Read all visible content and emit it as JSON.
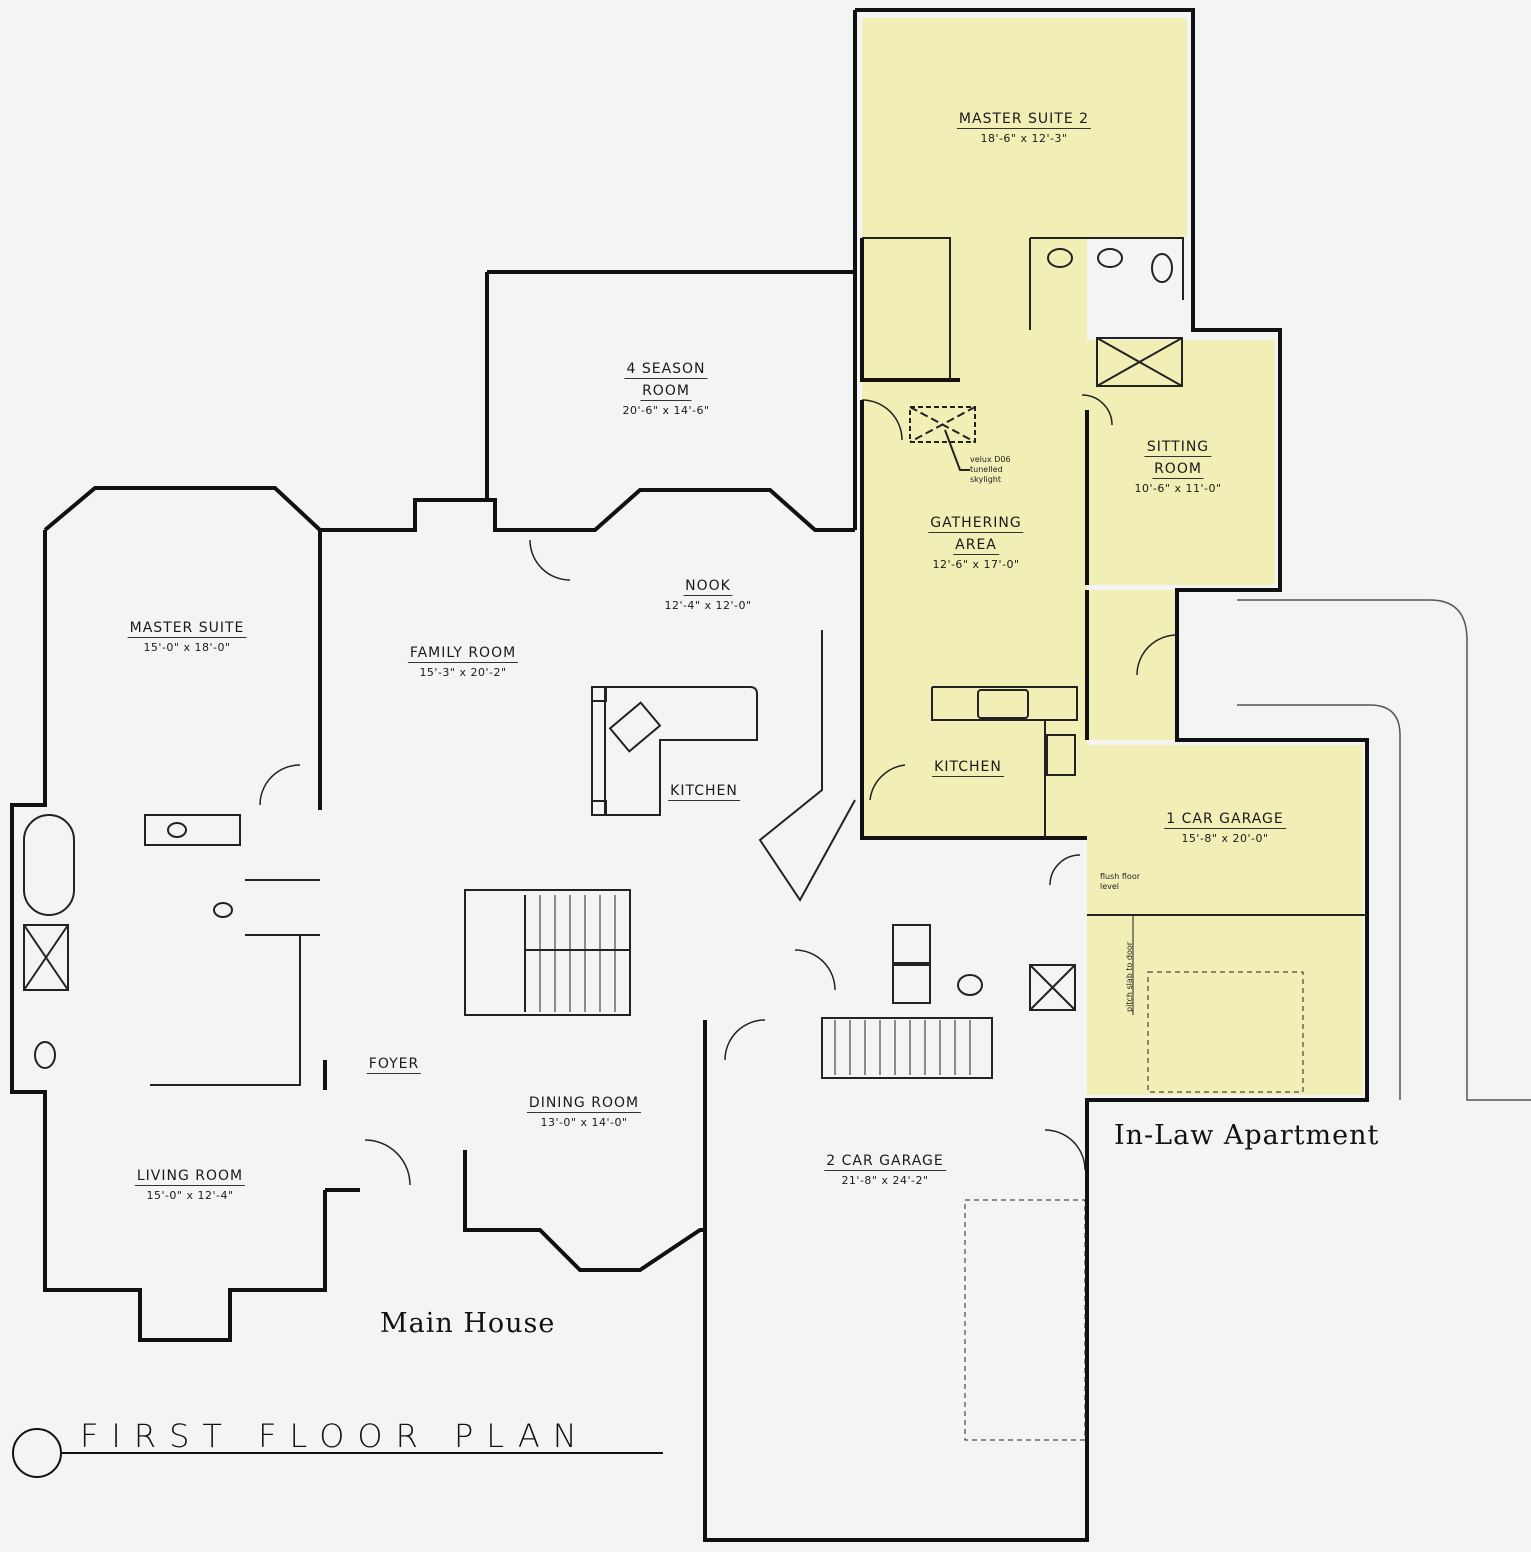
{
  "title": "FIRST FLOOR PLAN",
  "sections": {
    "main_house": "Main House",
    "inlaw_apartment": "In-Law Apartment"
  },
  "colors": {
    "inlaw_fill": "#f2efb6",
    "background": "#f4f4f4",
    "wall": "#111111"
  },
  "rooms": {
    "master_suite_2": {
      "name": "MASTER SUITE 2",
      "dim": "18'-6\" x 12'-3\""
    },
    "four_season": {
      "name1": "4 SEASON",
      "name2": "ROOM",
      "dim": "20'-6\" x 14'-6\""
    },
    "sitting_room": {
      "name1": "SITTING",
      "name2": "ROOM",
      "dim": "10'-6\" x 11'-0\""
    },
    "gathering_area": {
      "name1": "GATHERING",
      "name2": "AREA",
      "dim": "12'-6\" x 17'-0\""
    },
    "nook": {
      "name": "NOOK",
      "dim": "12'-4\" x 12'-0\""
    },
    "master_suite": {
      "name": "MASTER SUITE",
      "dim": "15'-0\" x 18'-0\""
    },
    "family_room": {
      "name": "FAMILY ROOM",
      "dim": "15'-3\" x 20'-2\""
    },
    "kitchen_main": {
      "name": "KITCHEN"
    },
    "kitchen_inlaw": {
      "name": "KITCHEN"
    },
    "one_car_garage": {
      "name": "1 CAR GARAGE",
      "dim": "15'-8\" x 20'-0\""
    },
    "foyer": {
      "name": "FOYER"
    },
    "dining_room": {
      "name": "DINING ROOM",
      "dim": "13'-0\" x 14'-0\""
    },
    "two_car_garage": {
      "name": "2 CAR GARAGE",
      "dim": "21'-8\" x 24'-2\""
    },
    "living_room": {
      "name": "LIVING ROOM",
      "dim": "15'-0\" x 12'-4\""
    }
  },
  "notes": {
    "skylight_1": "velux D06",
    "skylight_2": "tunelled",
    "skylight_3": "skylight",
    "flush_1": "flush floor",
    "flush_2": "level",
    "pitch": "pitch slab to door"
  }
}
